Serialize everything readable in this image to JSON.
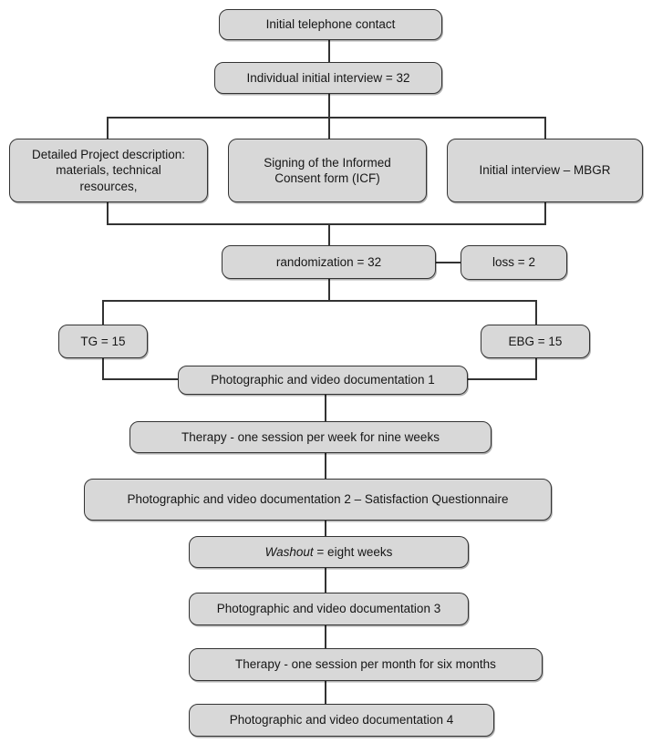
{
  "diagram": {
    "type": "flowchart",
    "colors": {
      "box_fill": "#d8d8d8",
      "box_border": "#333333",
      "connector": "#333333",
      "background": "#ffffff",
      "text": "#161616"
    },
    "nodes": {
      "telephone": {
        "label": "Initial telephone contact"
      },
      "interview": {
        "label": "Individual initial interview = 32"
      },
      "detailed_description": {
        "label": "Detailed Project description: materials, technical resources,"
      },
      "icf": {
        "label": "Signing of the Informed Consent form (ICF)"
      },
      "mbgr": {
        "label": "Initial interview – MBGR"
      },
      "randomization": {
        "label": "randomization = 32"
      },
      "loss": {
        "label": "loss = 2"
      },
      "tg": {
        "label": "TG = 15"
      },
      "ebg": {
        "label": "EBG = 15"
      },
      "photo1": {
        "label": "Photographic and video documentation 1"
      },
      "therapy_week": {
        "label": "Therapy - one session per week for nine weeks"
      },
      "photo2": {
        "label": "Photographic and video documentation 2 – Satisfaction Questionnaire"
      },
      "washout": {
        "label_italic": "Washout",
        "label_rest": " = eight weeks"
      },
      "photo3": {
        "label": "Photographic and video documentation 3"
      },
      "therapy_month": {
        "label": "Therapy - one session per month for six months"
      },
      "photo4": {
        "label": "Photographic and video documentation 4"
      }
    },
    "edges": [
      "telephone -> interview",
      "interview -> detailed_description",
      "interview -> icf",
      "interview -> mbgr",
      "detailed_description -> randomization",
      "mbgr -> randomization",
      "randomization -> loss",
      "randomization -> tg",
      "randomization -> ebg",
      "tg -> photo1",
      "ebg -> photo1",
      "photo1 -> therapy_week",
      "therapy_week -> photo2",
      "photo2 -> washout",
      "washout -> photo3",
      "photo3 -> therapy_month",
      "therapy_month -> photo4"
    ]
  }
}
